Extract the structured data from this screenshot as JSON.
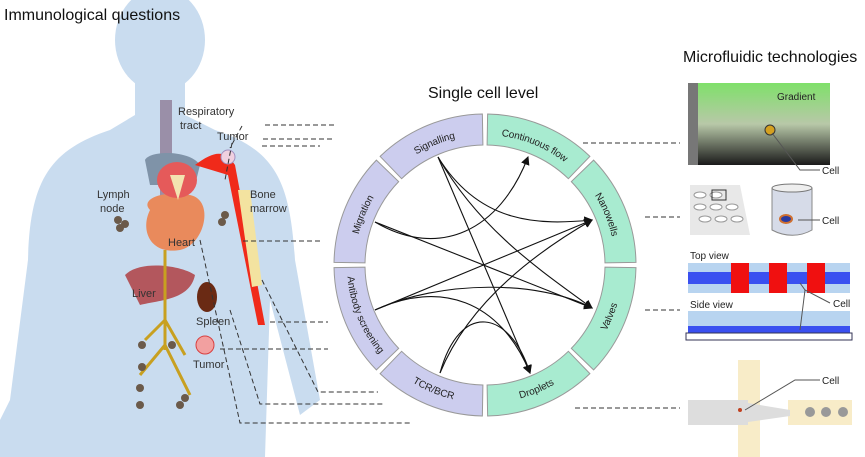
{
  "titles": {
    "left": "Immunological questions",
    "center": "Single cell level",
    "right": "Microfluidic technologies"
  },
  "organs": {
    "respiratory": "Respiratory tract",
    "respiratory_l1": "Respiratory",
    "respiratory_l2": "tract",
    "tumor_top": "Tumor",
    "lymph_l1": "Lymph",
    "lymph_l2": "node",
    "bone_l1": "Bone",
    "bone_l2": "marrow",
    "heart": "Heart",
    "liver": "Liver",
    "spleen": "Spleen",
    "tumor_bottom": "Tumor"
  },
  "questions": [
    "Signalling",
    "Migration",
    "Antibody screening",
    "TCR/BCR"
  ],
  "technologies": [
    "Continuous flow",
    "Nanowells",
    "Valves",
    "Droplets"
  ],
  "colors": {
    "questions": "#cccdee",
    "technologies": "#a8ebd0",
    "body": "#c9dcef"
  },
  "panels": {
    "gradient": "Gradient",
    "cell": "Cell",
    "top_view": "Top view",
    "side_view": "Side view"
  }
}
